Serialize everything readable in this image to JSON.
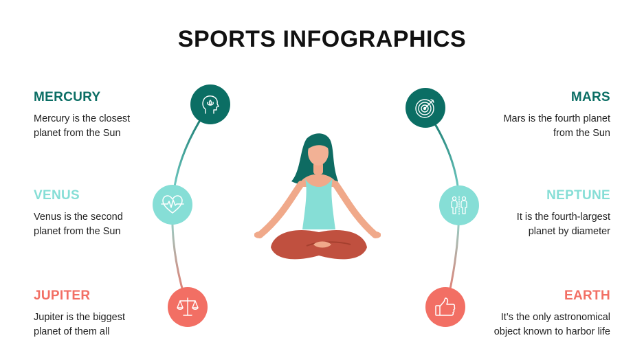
{
  "title": "SPORTS INFOGRAPHICS",
  "colors": {
    "dark_teal": "#0b6e64",
    "light_teal": "#86ded6",
    "coral": "#f26f64",
    "text": "#222222"
  },
  "items": {
    "mercury": {
      "title": "MERCURY",
      "text": "Mercury is the closest planet from the Sun",
      "icon": "head-lotus-icon"
    },
    "venus": {
      "title": "VENUS",
      "text": "Venus is the second planet from the Sun",
      "icon": "heart-pulse-icon"
    },
    "jupiter": {
      "title": "JUPITER",
      "text": "Jupiter is the biggest planet of them all",
      "icon": "scale-icon"
    },
    "mars": {
      "title": "MARS",
      "text": "Mars is the fourth planet from the Sun",
      "icon": "target-icon"
    },
    "neptune": {
      "title": "NEPTUNE",
      "text": "It is the fourth-largest planet by diameter",
      "icon": "people-icon"
    },
    "earth": {
      "title": "EARTH",
      "text": "It’s the only astronomical object known to harbor life",
      "icon": "thumbs-up-icon"
    }
  },
  "illustration": "meditating-woman"
}
